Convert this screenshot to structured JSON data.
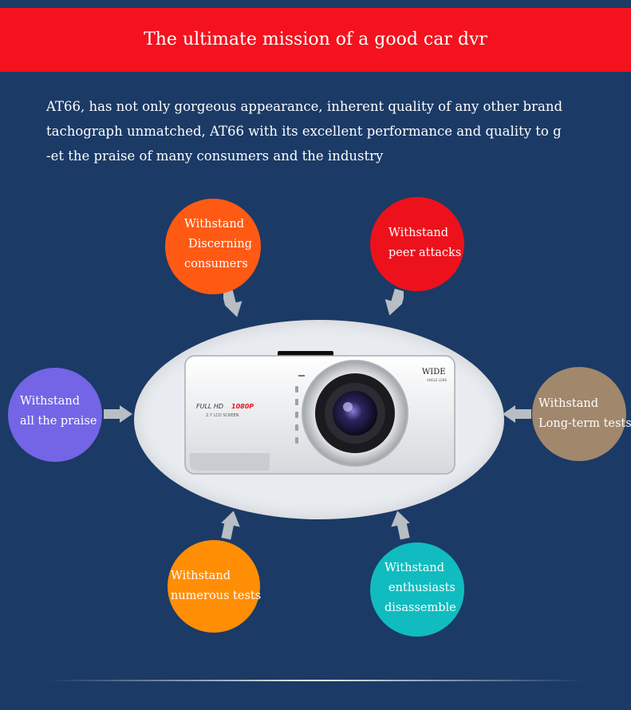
{
  "banner": {
    "title": "The ultimate mission of a good car dvr"
  },
  "intro": {
    "lines": [
      "AT66, has not only gorgeous appearance, inherent quality of any other brand",
      "tachograph unmatched, AT66 with its excellent performance and quality to g",
      "-et the praise of many consumers and the industry"
    ]
  },
  "circles": {
    "discerning": {
      "lines": [
        "Withstand",
        "Discerning",
        "consumers"
      ],
      "color": "#ff5a14"
    },
    "peer": {
      "lines": [
        "Withstand",
        "peer attacks"
      ],
      "color": "#ed111c"
    },
    "praise": {
      "lines": [
        "Withstand",
        "all the praise"
      ],
      "color": "#7365e6"
    },
    "longterm": {
      "lines": [
        "Withstand",
        "Long-term tests"
      ],
      "color": "#a1876b"
    },
    "numerous": {
      "lines": [
        "Withstand",
        "numerous tests"
      ],
      "color": "#ff8e05"
    },
    "enthusiasts": {
      "lines": [
        "Withstand",
        "enthusiasts",
        "disassemble"
      ],
      "color": "#10bcbf"
    }
  },
  "camera": {
    "screen_label_1": "FULL HD",
    "screen_label_2": "1080P",
    "screen_label_3": "2.7 LCD SCREEN",
    "badge_1": "WIDE",
    "badge_2": "ANGLE LENS"
  },
  "colors": {
    "background": "#1b3a66",
    "banner": "#f4121e"
  }
}
